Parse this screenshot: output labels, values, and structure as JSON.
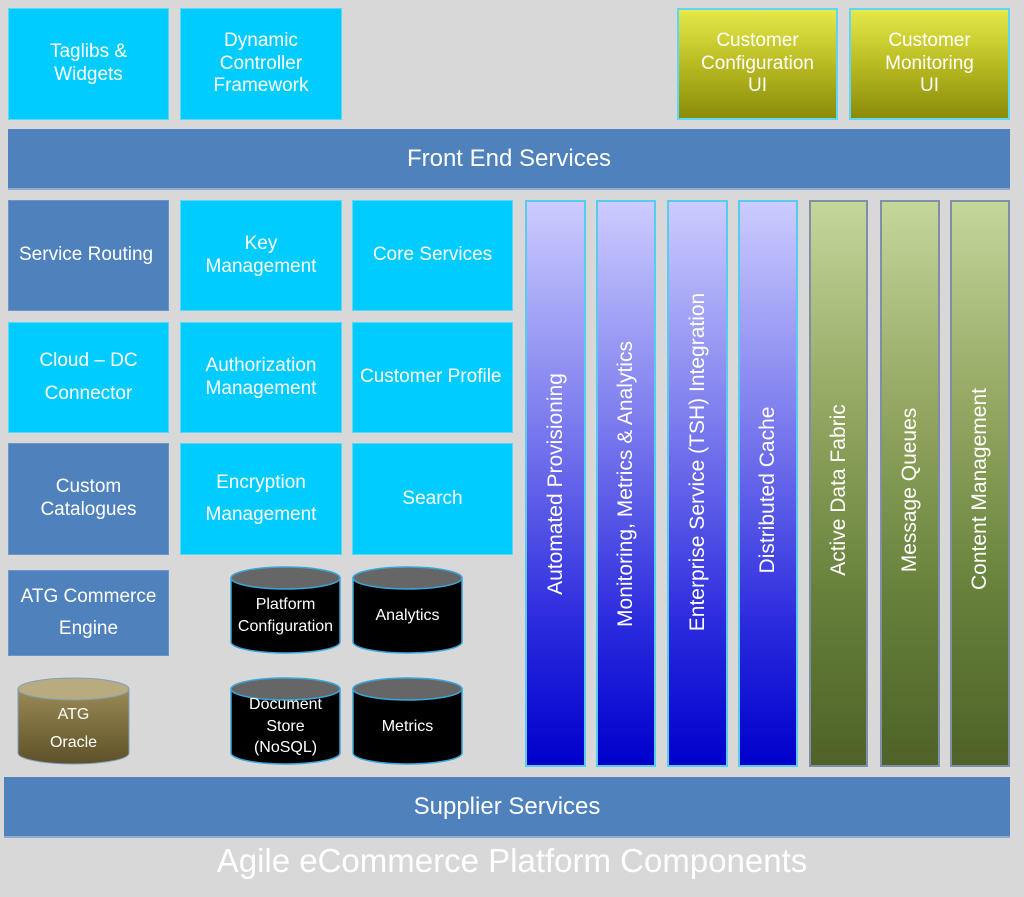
{
  "top_row": {
    "taglibs": "Taglibs &\nWidgets",
    "dynamic": "Dynamic\nController\nFramework",
    "customer_config": "Customer\nConfiguration\nUI",
    "customer_monitoring": "Customer\nMonitoring\nUI"
  },
  "front_end_services": "Front End Services",
  "grid": {
    "service_routing": "Service Routing",
    "key_management": "Key\nManagement",
    "core_services": "Core Services",
    "cloud_dc": "Cloud – DC\nConnector",
    "authorization": "Authorization\nManagement",
    "customer_profile": "Customer Profile",
    "custom_catalogues": "Custom\nCatalogues",
    "encryption": "Encryption\nManagement",
    "search": "Search",
    "atg_commerce": "ATG Commerce\nEngine"
  },
  "databases": {
    "atg_oracle": "ATG\nOracle",
    "platform_config": "Platform\nConfiguration",
    "analytics": "Analytics",
    "document_store": "Document\nStore\n(NoSQL)",
    "metrics": "Metrics"
  },
  "vertical_columns": [
    "Automated Provisioning",
    "Monitoring, Metrics & Analytics",
    "Enterprise Service (TSH) Integration",
    "Distributed Cache",
    "Active Data Fabric",
    "Message Queues",
    "Content Management"
  ],
  "supplier_services": "Supplier Services",
  "title": "Agile eCommerce Platform Components",
  "colors": {
    "cyan": "#00ccff",
    "steel_blue": "#4f81bd",
    "olive": "#b9bb22",
    "vertical_blue": "#0000cc",
    "vertical_green": "#4f6228",
    "db_black": "#000000",
    "db_brown": "#7a6a3a"
  }
}
